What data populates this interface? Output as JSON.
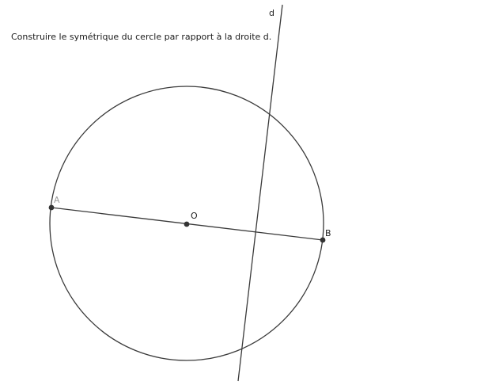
{
  "instruction": "Construire le symétrique du cercle par rapport à la droite d.",
  "labels": {
    "line": "d",
    "center": "O",
    "point_a": "A",
    "point_b": "B"
  },
  "colors": {
    "stroke": "#3a3a3a",
    "point": "#333333",
    "label_a": "#9a9a9a",
    "label_dark": "#222222"
  }
}
